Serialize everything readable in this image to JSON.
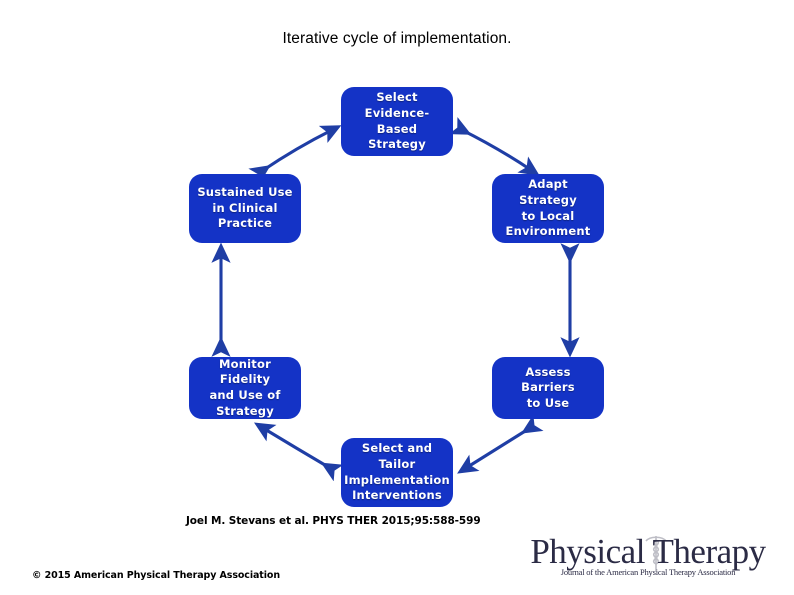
{
  "slide": {
    "title": "Iterative cycle of implementation."
  },
  "diagram": {
    "type": "cycle",
    "direction": "bidirectional",
    "node_color": "#1433C6",
    "arrow_color": "#1F3EA5",
    "nodes": [
      {
        "id": "select-strategy",
        "label": "Select\nEvidence-Based\nStrategy",
        "position": "top"
      },
      {
        "id": "adapt-strategy",
        "label": "Adapt Strategy\nto Local\nEnvironment",
        "position": "upper-right"
      },
      {
        "id": "assess-barriers",
        "label": "Assess Barriers\nto Use",
        "position": "lower-right"
      },
      {
        "id": "select-tailor",
        "label": "Select and Tailor\nImplementation\nInterventions",
        "position": "bottom"
      },
      {
        "id": "monitor-fidelity",
        "label": "Monitor Fidelity\nand Use of\nStrategy",
        "position": "lower-left"
      },
      {
        "id": "sustained-use",
        "label": "Sustained Use\nin Clinical\nPractice",
        "position": "upper-left"
      }
    ],
    "connectors": [
      {
        "from": "select-strategy",
        "to": "adapt-strategy",
        "style": "double-headed"
      },
      {
        "from": "adapt-strategy",
        "to": "assess-barriers",
        "style": "double-headed"
      },
      {
        "from": "assess-barriers",
        "to": "select-tailor",
        "style": "double-headed"
      },
      {
        "from": "select-tailor",
        "to": "monitor-fidelity",
        "style": "double-headed"
      },
      {
        "from": "monitor-fidelity",
        "to": "sustained-use",
        "style": "double-headed"
      },
      {
        "from": "sustained-use",
        "to": "select-strategy",
        "style": "double-headed"
      }
    ]
  },
  "footer": {
    "citation": "Joel M. Stevans et al. PHYS THER 2015;95:588-599",
    "copyright": "© 2015 American Physical Therapy Association"
  },
  "logo": {
    "wordmark": "Physical Therapy",
    "tagline": "Journal of the American Physical Therapy Association"
  }
}
